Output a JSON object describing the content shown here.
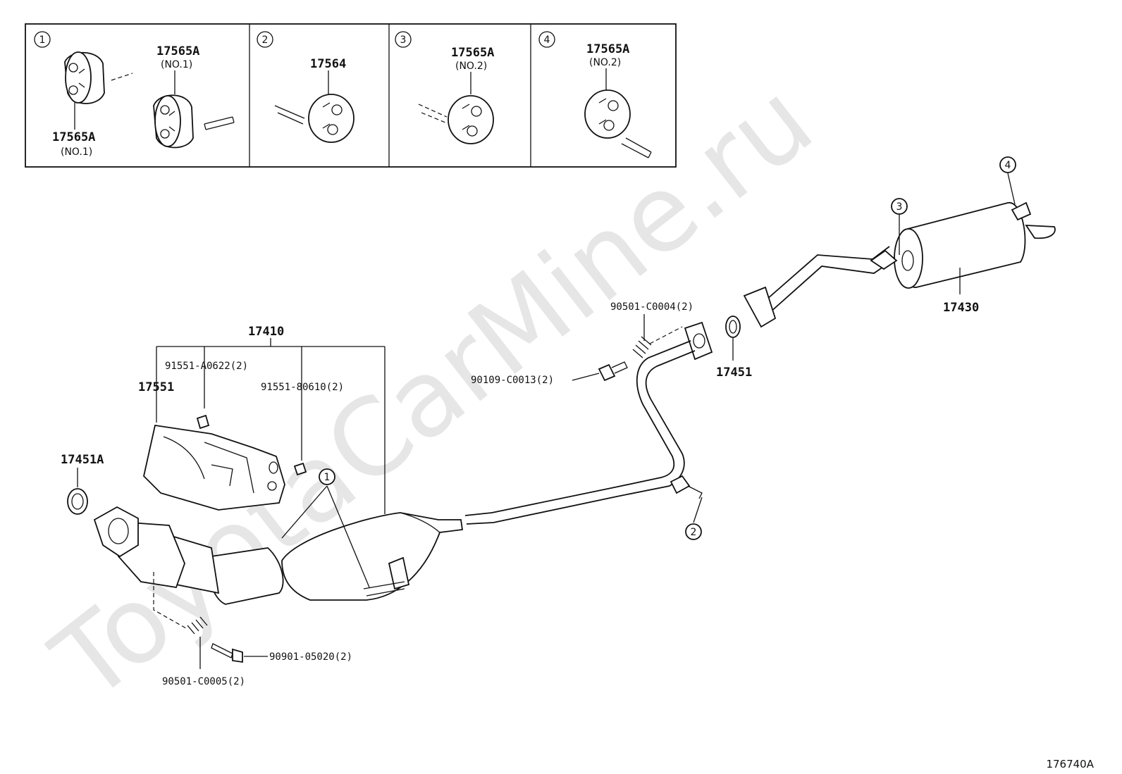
{
  "watermark": "ToyotaCarMine.ru",
  "figure_ref": "176740A",
  "inset": {
    "panel_1": {
      "num": "1",
      "top_part": "17565A",
      "top_sub": "(NO.1)",
      "bottom_part": "17565A",
      "bottom_sub": "(NO.1)"
    },
    "panel_2": {
      "num": "2",
      "part": "17564"
    },
    "panel_3": {
      "num": "3",
      "part": "17565A",
      "sub": "(NO.2)"
    },
    "panel_4": {
      "num": "4",
      "part": "17565A",
      "sub": "(NO.2)"
    }
  },
  "labels": {
    "p17410": "17410",
    "p91551a": "91551-A0622(2)",
    "p17551": "17551",
    "p91551b": "91551-80610(2)",
    "p17451a": "17451A",
    "p90501c5": "90501-C0005(2)",
    "p90901": "90901-05020(2)",
    "p90109": "90109-C0013(2)",
    "p90501c4": "90501-C0004(2)",
    "p17451": "17451",
    "p17430": "17430"
  },
  "callouts": {
    "c1": "1",
    "c2": "2",
    "c3": "3",
    "c4": "4"
  }
}
